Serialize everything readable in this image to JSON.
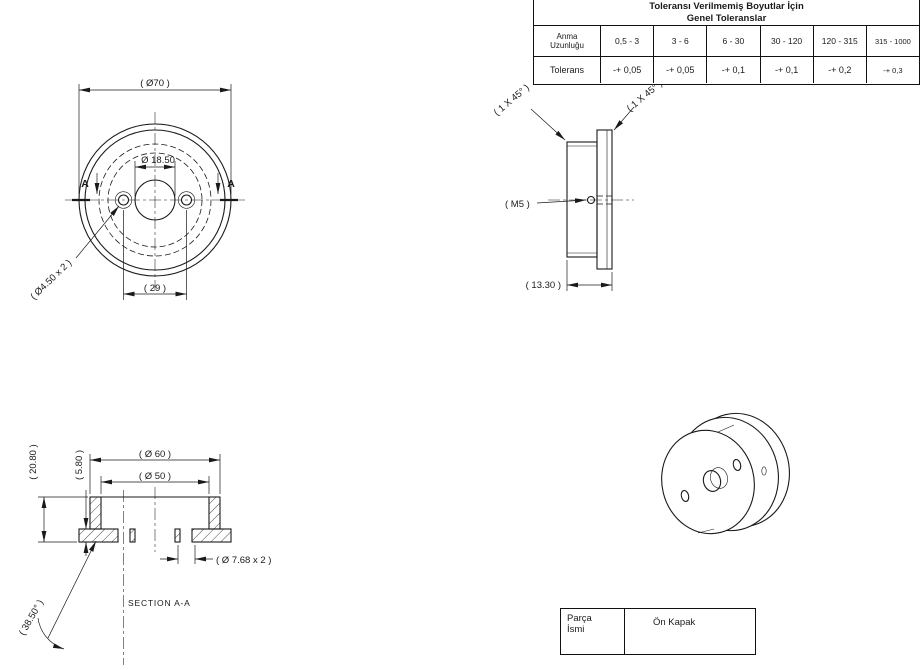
{
  "tolerance_table": {
    "title_line1": "Toleransı Verilmemiş Boyutlar İçin",
    "title_line2": "Genel Toleranslar",
    "nominal_label_line1": "Anma",
    "nominal_label_line2": "Uzunluğu",
    "tolerance_label": "Tolerans",
    "ranges": [
      "0,5 - 3",
      "3 - 6",
      "6 - 30",
      "30 - 120",
      "120 - 315",
      "315 - 1000"
    ],
    "values": [
      "-+ 0,05",
      "-+ 0,05",
      "-+ 0,1",
      "-+ 0,1",
      "-+ 0,2",
      "-+ 0,3"
    ]
  },
  "front_view": {
    "dim_outer_diameter": "( Ø70 )",
    "dim_bore_diameter": "Ø 18.50",
    "dim_hole_spacing": "( 29 )",
    "dim_small_holes": "( Ø4.50 x 2 )",
    "section_marker_left": "A",
    "section_marker_right": "A"
  },
  "side_view": {
    "chamfer_left": "( 1 X 45° )",
    "chamfer_right": "( 1 X 45° )",
    "thread_label": "( M5 )",
    "dim_thickness": "( 13.30 )"
  },
  "section_view": {
    "title": "SECTION A-A",
    "dim_total_height": "( 20.80 )",
    "dim_flange_thickness": "( 5.80 )",
    "dim_body_diameter": "( Ø 60 )",
    "dim_recess_diameter": "( Ø 50 )",
    "dim_counterbore": "( Ø 7.68 x 2 )",
    "dim_chamfer_angle": "( 38.50° )"
  },
  "title_block": {
    "label_line1": "Parça",
    "label_line2": "İsmi",
    "part_name": "Ön Kapak"
  }
}
